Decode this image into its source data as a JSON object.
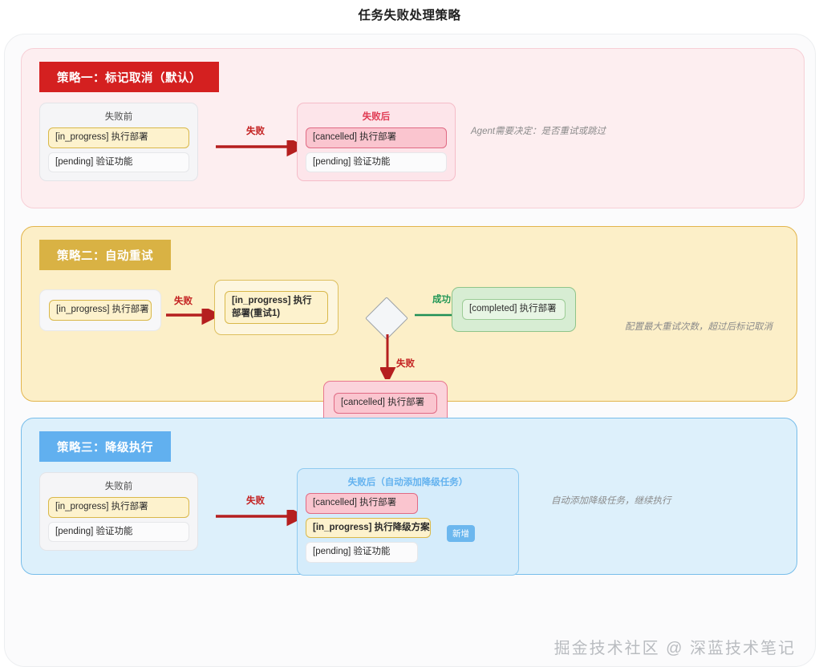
{
  "title": "任务失败处理策略",
  "watermark": "掘金技术社区 @ 深蓝技术笔记",
  "sections": [
    {
      "header": "策略一：标记取消（默认）",
      "accent": "#d42020",
      "before_panel": {
        "title": "失败前",
        "tasks": [
          {
            "status": "in_progress",
            "label": "[in_progress] 执行部署"
          },
          {
            "status": "pending",
            "label": "[pending] 验证功能"
          }
        ]
      },
      "arrow_label": "失败",
      "after_panel": {
        "title": "失败后",
        "tasks": [
          {
            "status": "cancelled",
            "label": "[cancelled] 执行部署"
          },
          {
            "status": "pending",
            "label": "[pending] 验证功能"
          }
        ]
      },
      "note": "Agent需要决定：是否重试或跳过"
    },
    {
      "header": "策略二：自动重试",
      "accent": "#d9b244",
      "start_box": {
        "status": "in_progress",
        "label": "[in_progress] 执行部署"
      },
      "fail_arrow_label": "失败",
      "retry_box": {
        "status": "in_progress",
        "label": "[in_progress] 执行部署(重试1)"
      },
      "decision": "decision-diamond",
      "success_arrow_label": "成功",
      "success_box": {
        "status": "completed",
        "label": "[completed] 执行部署"
      },
      "fail_down_label": "失败",
      "cancel_box": {
        "status": "cancelled",
        "label": "[cancelled] 执行部署"
      },
      "note": "配置最大重试次数，超过后标记取消"
    },
    {
      "header": "策略三：降级执行",
      "accent": "#61b0ef",
      "before_panel": {
        "title": "失败前",
        "tasks": [
          {
            "status": "in_progress",
            "label": "[in_progress] 执行部署"
          },
          {
            "status": "pending",
            "label": "[pending] 验证功能"
          }
        ]
      },
      "arrow_label": "失败",
      "after_panel": {
        "title": "失败后（自动添加降级任务）",
        "tasks": [
          {
            "status": "cancelled",
            "label": "[cancelled] 执行部署"
          },
          {
            "status": "in_progress",
            "label": "[in_progress] 执行降级方案"
          },
          {
            "status": "pending",
            "label": "[pending] 验证功能"
          }
        ],
        "badge": "新增"
      },
      "note": "自动添加降级任务，继续执行"
    }
  ]
}
